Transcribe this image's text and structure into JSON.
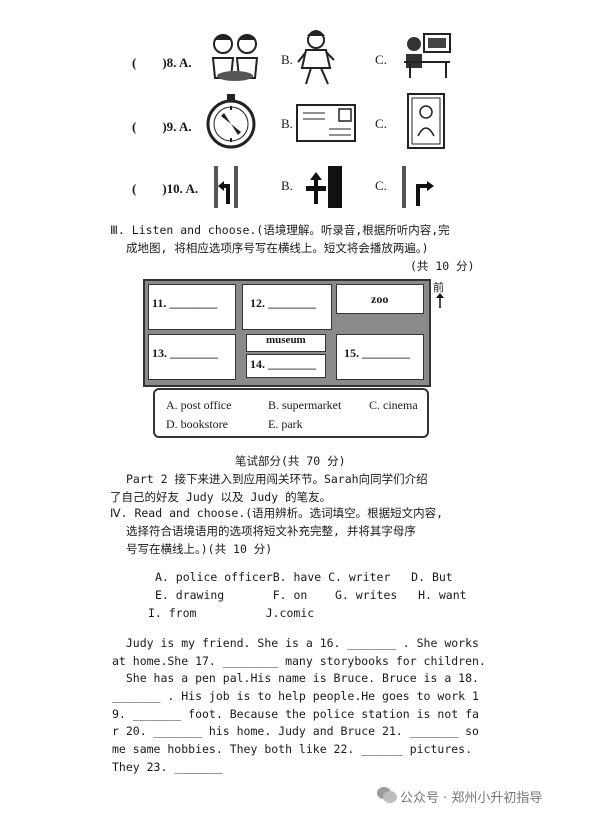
{
  "q8": {
    "num": "(　　)8. A.",
    "b": "B.",
    "c": "C."
  },
  "q9": {
    "num": "(　　)9. A.",
    "b": "B.",
    "c": "C."
  },
  "q10": {
    "num": "(　　)10. A.",
    "b": "B.",
    "c": "C."
  },
  "section3": {
    "line1": "Ⅲ. Listen and choose.(语境理解。听录音,根据所听内容,完",
    "line2": "成地图, 将相应选项序号写在横线上。短文将会播放两遍。)",
    "score": "(共 10 分)"
  },
  "map": {
    "front": "前",
    "cells": {
      "c11": "11. ________",
      "c12": "12. ________",
      "zoo": "zoo",
      "c13": "13. ________",
      "museum": "museum",
      "c14": "14. ________",
      "c15": "15. ________"
    },
    "options": {
      "a": "A. post office",
      "b": "B. supermarket",
      "c": "C. cinema",
      "d": "D. bookstore",
      "e": "E. park"
    }
  },
  "written": {
    "title": "笔试部分(共 70 分)",
    "intro1": "Part 2 接下来进入到应用闯关环节。Sarah向同学们介绍",
    "intro2": "了自己的好友 Judy 以及 Judy 的笔友。"
  },
  "section4": {
    "line1": "Ⅳ. Read and choose.(语用辨析。选词填空。根据短文内容,",
    "line2": "选择符合语境语用的选项将短文补充完整, 并将其字母序",
    "line3": "号写在横线上。)(共 10 分)"
  },
  "word_bank": {
    "row1": "A. police officerB. have C. writer   D. But",
    "row2": "E. drawing       F. on    G. writes   H. want",
    "row3": "I. from          J.comic"
  },
  "passage": [
    "  Judy is my friend. She is a 16. _______ . She works",
    "at home.She 17. ________ many storybooks for children.",
    "  She has a pen pal.His name is Bruce. Bruce is a 18.",
    "_______ . His job is to help people.He goes to work 1",
    "9. _______ foot. Because the police station is not fa",
    "r 20. _______ his home. Judy and Bruce 21. _______ so",
    "me same hobbies. They both like 22. ______ pictures.",
    "They 23. _______"
  ],
  "watermark": "公众号 · 郑州小升初指导"
}
